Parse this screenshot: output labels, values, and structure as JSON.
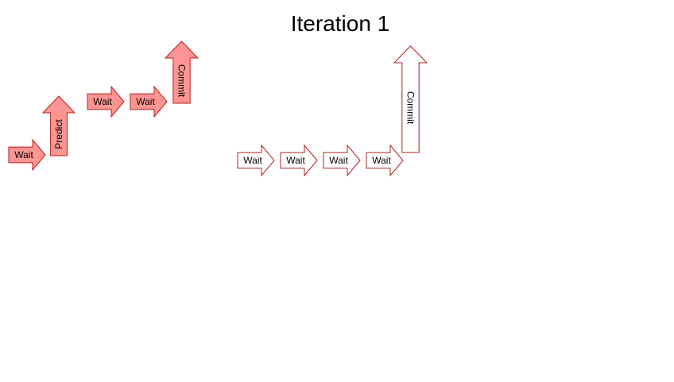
{
  "title": "Iteration 1",
  "colors": {
    "filled": "#fd9593",
    "outline_fill": "#ffffff",
    "stroke": "#b2201d"
  },
  "steps": [
    {
      "name": "wait-step",
      "label": "Wait",
      "direction": "right",
      "style": "filled"
    },
    {
      "name": "predict-step",
      "label": "Predict",
      "direction": "up",
      "style": "filled"
    },
    {
      "name": "wait-step",
      "label": "Wait",
      "direction": "right",
      "style": "filled"
    },
    {
      "name": "wait-step",
      "label": "Wait",
      "direction": "right",
      "style": "filled"
    },
    {
      "name": "commit-step",
      "label": "Commit",
      "direction": "up",
      "style": "filled"
    },
    {
      "name": "wait-step",
      "label": "Wait",
      "direction": "right",
      "style": "outline"
    },
    {
      "name": "wait-step",
      "label": "Wait",
      "direction": "right",
      "style": "outline"
    },
    {
      "name": "wait-step",
      "label": "Wait",
      "direction": "right",
      "style": "outline"
    },
    {
      "name": "wait-step",
      "label": "Wait",
      "direction": "right",
      "style": "outline"
    },
    {
      "name": "commit-step",
      "label": "Commit",
      "direction": "up",
      "style": "outline"
    }
  ]
}
